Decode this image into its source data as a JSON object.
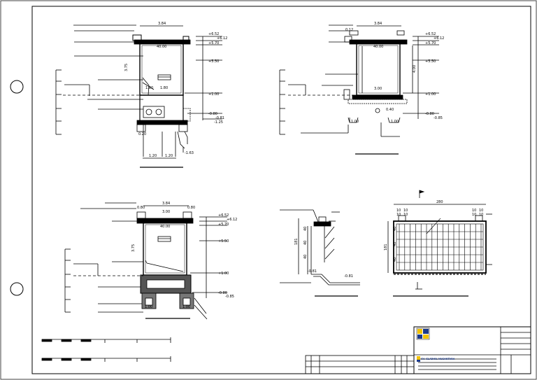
{
  "views": {
    "section_a": {
      "dim_top": "3.84",
      "levels": [
        "+6.52",
        "+6.12",
        "+5.70",
        "+5.50",
        "+1.00",
        "-0.80",
        "-0.81",
        "-1.25",
        "-1.63"
      ],
      "inner_labels": [
        "40.00",
        "1.80",
        "1.80",
        "3.75",
        "1.20",
        "1.20",
        "0.20"
      ]
    },
    "section_b": {
      "dim_top": "3.84",
      "levels": [
        "+6.52",
        "+6.12",
        "+5.70",
        "+5.50",
        "+1.00",
        "-0.80",
        "-0.85",
        "4.00"
      ],
      "inner_labels": [
        "40.00",
        "3.00",
        "1.00",
        "1.00",
        "0.40",
        "0.12"
      ]
    },
    "section_c": {
      "dim_top": "3.84",
      "levels": [
        "+6.52",
        "+6.12",
        "+5.70",
        "+5.50",
        "+1.00",
        "-0.80",
        "-0.85"
      ],
      "inner_labels": [
        "0.80",
        "0.80",
        "3.00",
        "40.00",
        "3.75",
        "1.00",
        "1.00"
      ]
    },
    "detail_d": {
      "levels": [
        "-0.81",
        "-0.81",
        "181"
      ],
      "inner_labels": [
        "40",
        "40",
        "40"
      ]
    },
    "detail_e": {
      "dim_top": "280",
      "inner_labels": [
        "10",
        "10",
        "10",
        "10",
        "10",
        "10",
        "10",
        "10",
        "181",
        "40",
        "40",
        "40"
      ]
    }
  },
  "title_block": {
    "company": "CV. GLADIOL NUSANTARA"
  }
}
